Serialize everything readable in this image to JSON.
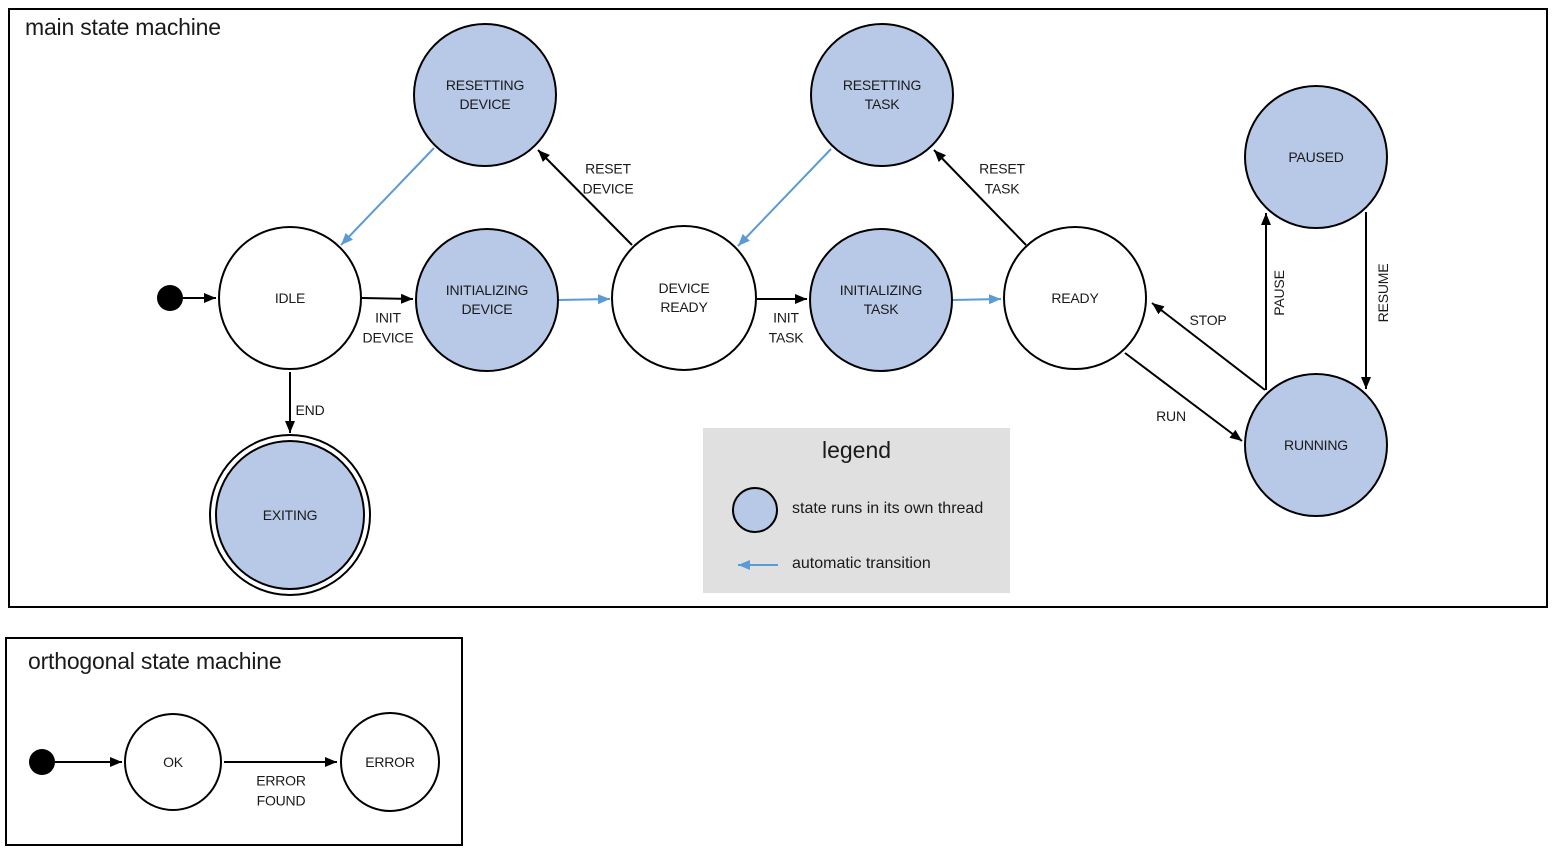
{
  "colors": {
    "thread_state_fill": "#b8c9e8",
    "auto_transition_blue": "#5b9bd5",
    "legend_background": "#e0e0e0",
    "outline": "#000000",
    "text": "#1a1a1a"
  },
  "main_machine": {
    "title": "main state machine",
    "states": {
      "idle": "IDLE",
      "initializing_device": "INITIALIZING\nDEVICE",
      "resetting_device": "RESETTING\nDEVICE",
      "device_ready": "DEVICE\nREADY",
      "initializing_task": "INITIALIZING\nTASK",
      "resetting_task": "RESETTING\nTASK",
      "ready": "READY",
      "paused": "PAUSED",
      "running": "RUNNING",
      "exiting": "EXITING"
    },
    "transitions": {
      "init_device": "INIT\nDEVICE",
      "reset_device": "RESET\nDEVICE",
      "init_task": "INIT\nTASK",
      "reset_task": "RESET\nTASK",
      "stop": "STOP",
      "run": "RUN",
      "pause": "PAUSE",
      "resume": "RESUME",
      "end": "END"
    }
  },
  "legend": {
    "title": "legend",
    "thread_item": "state runs in its own thread",
    "auto_item": "automatic transition"
  },
  "orthogonal_machine": {
    "title": "orthogonal state machine",
    "states": {
      "ok": "OK",
      "error": "ERROR"
    },
    "transitions": {
      "error_found": "ERROR\nFOUND"
    }
  }
}
